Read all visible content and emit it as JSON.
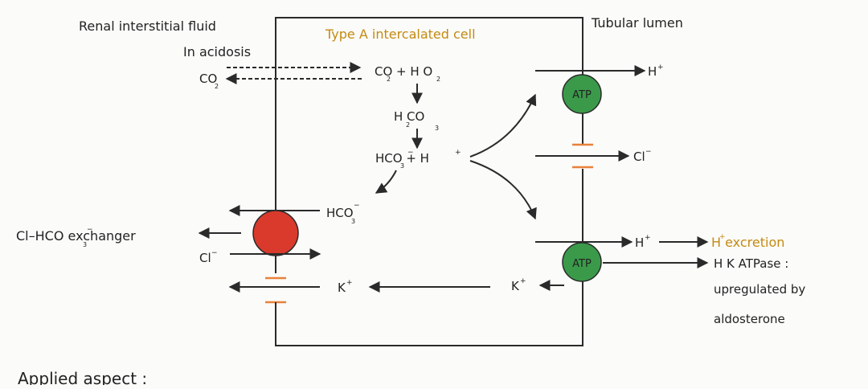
{
  "labels": {
    "renal_fluid": "Renal interstitial fluid",
    "in_acidosis": "In acidosis",
    "co2_left": "CO",
    "cell_title": "Type A intercalated cell",
    "tubular_lumen": "Tubular lumen",
    "reaction1": "CO + H O",
    "reaction2": "H CO",
    "reaction3": "HCO  + H",
    "hco3_inside": "HCO",
    "atp1": "ATP",
    "atp2": "ATP",
    "h_out_top": "H",
    "cl_out": "Cl",
    "exchanger": "Cl–HCO  exchanger",
    "cl_left": "Cl",
    "k_inside": "K",
    "k_right": "K",
    "h_lower": "H",
    "h_excretion": "H excretion",
    "hk_atpase": "H K ATPase :",
    "upregulated": "upregulated by",
    "aldosterone": "aldosterone",
    "applied_aspect": "Applied aspect :"
  },
  "colors": {
    "atp_green": "#3a9a4a",
    "exchanger_red": "#d93a2c",
    "cell_title": "#c48a12",
    "excretion_label": "#c48a12",
    "line": "#2a2a2a",
    "channel": "#e8823a"
  }
}
